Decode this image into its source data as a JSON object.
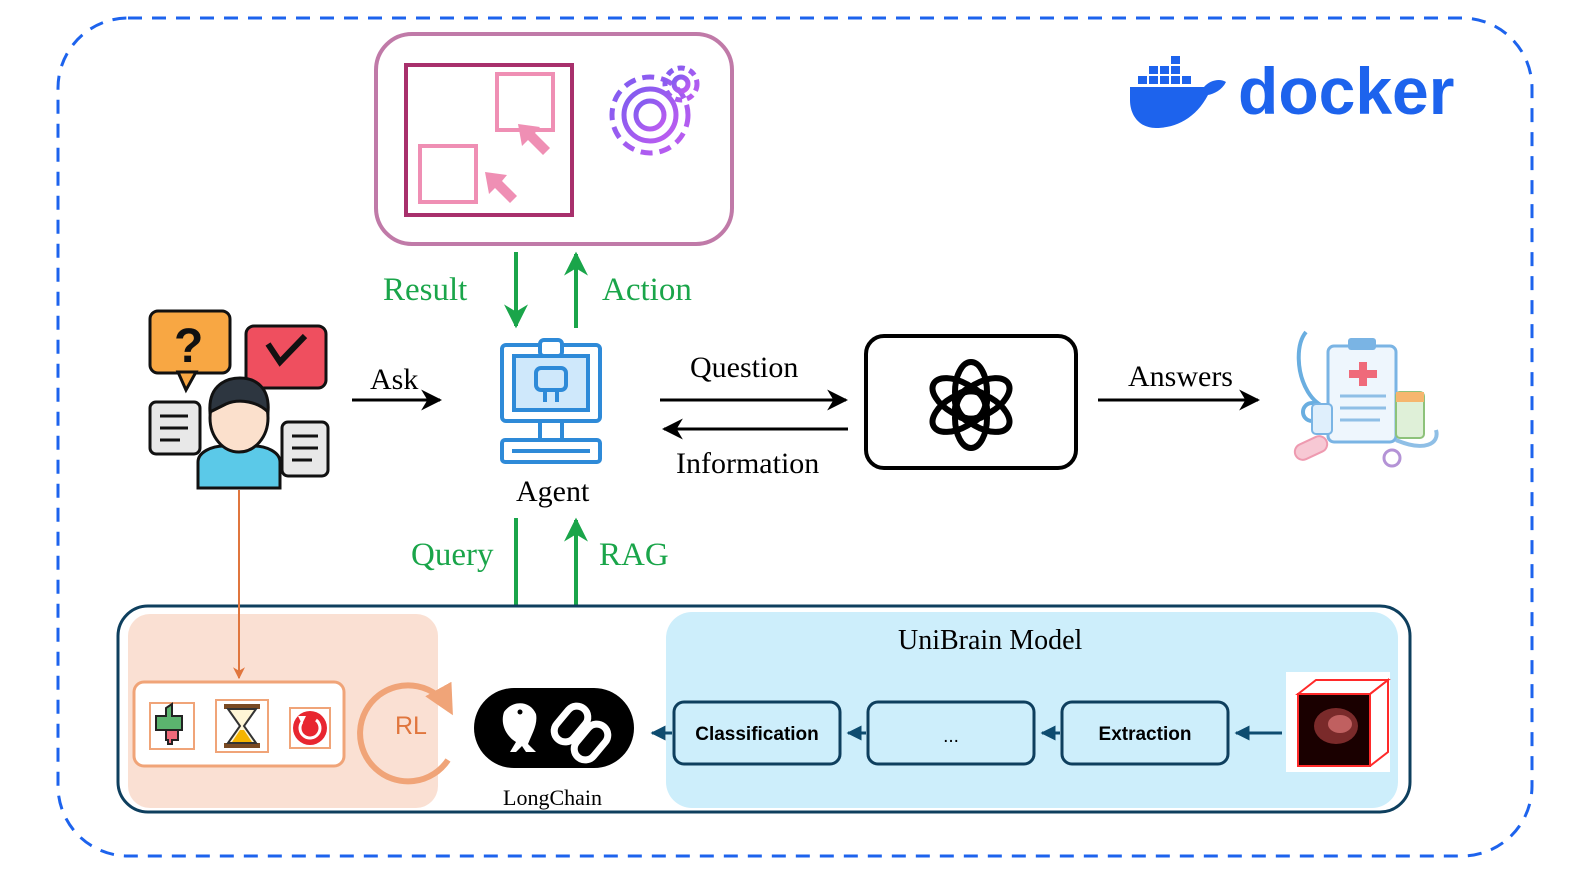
{
  "brand": {
    "text": "docker",
    "color": "#1d63ed"
  },
  "flow_labels": {
    "result": "Result",
    "action": "Action",
    "ask": "Ask",
    "question": "Question",
    "information": "Information",
    "answers": "Answers",
    "agent": "Agent",
    "query": "Query",
    "rag": "RAG"
  },
  "pipeline": {
    "title": "UniBrain Model",
    "steps": [
      "Classification",
      "...",
      "Extraction"
    ]
  },
  "feedback": {
    "rl_label": "RL"
  },
  "longchain": {
    "label": "LongChain"
  },
  "icons": [
    "computer-control-icon",
    "gear-icon",
    "user-questions-icon",
    "robot-computer-icon",
    "openai-logo-icon",
    "medical-report-icon",
    "thumbs-feedback-icon",
    "hourglass-icon",
    "refresh-icon",
    "parrot-icon",
    "chain-link-icon",
    "brain-mri-icon",
    "docker-whale-icon"
  ],
  "colors": {
    "green": "#1aa54a",
    "orange": "#e0763e",
    "pipeline_border": "#0e3f5e",
    "pipeline_fill": "#cdeefb",
    "feedback_fill": "#fae0d3",
    "frame_dash": "#1d63ed",
    "top_box": "#c07aa8"
  }
}
